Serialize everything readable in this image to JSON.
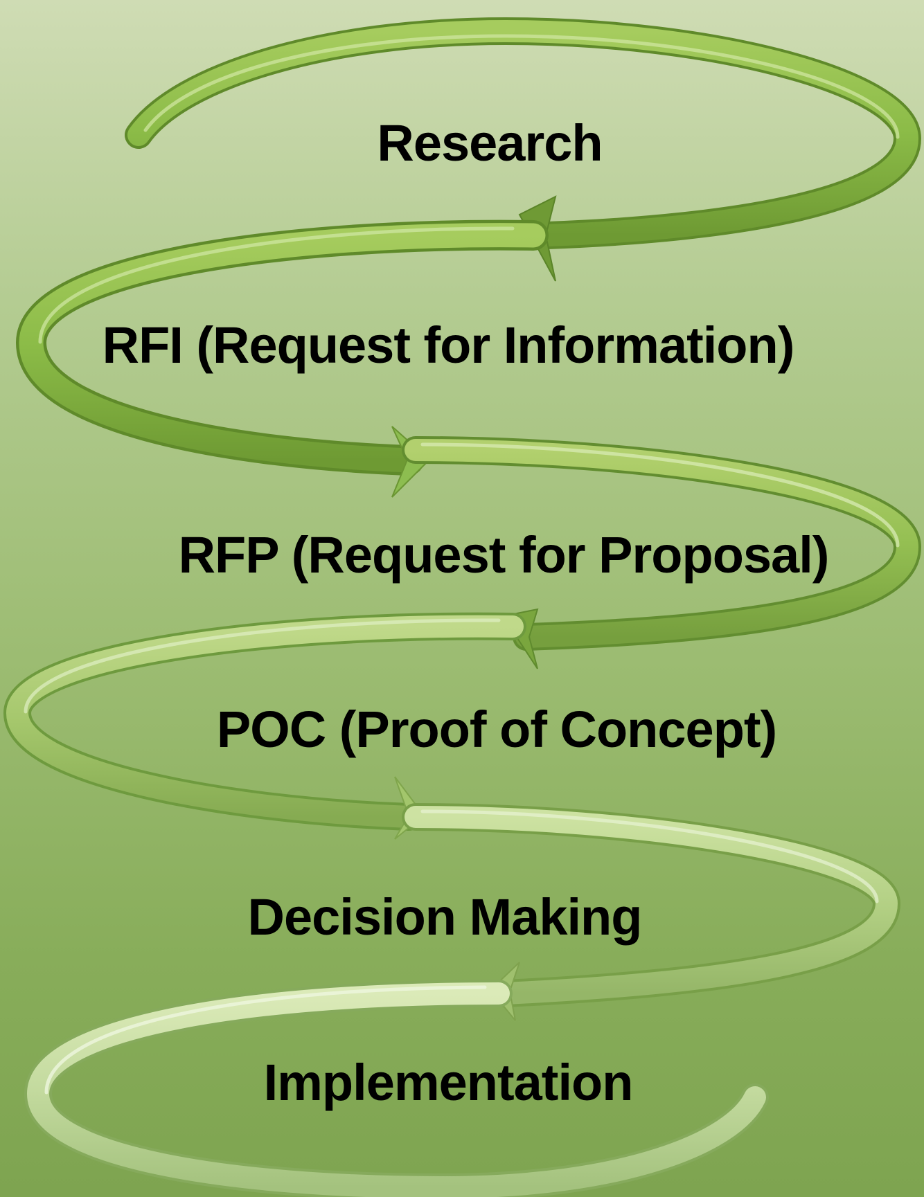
{
  "diagram": {
    "type": "spiral-process",
    "steps": [
      {
        "label": "Research"
      },
      {
        "label": "RFI (Request for Information)"
      },
      {
        "label": "RFP (Request for Proposal)"
      },
      {
        "label": "POC (Proof of Concept)"
      },
      {
        "label": "Decision Making"
      },
      {
        "label": "Implementation"
      }
    ],
    "colors": {
      "arrow_dark": "#7aa83e",
      "arrow_light": "#d8e8b4",
      "text": "#000000"
    }
  }
}
